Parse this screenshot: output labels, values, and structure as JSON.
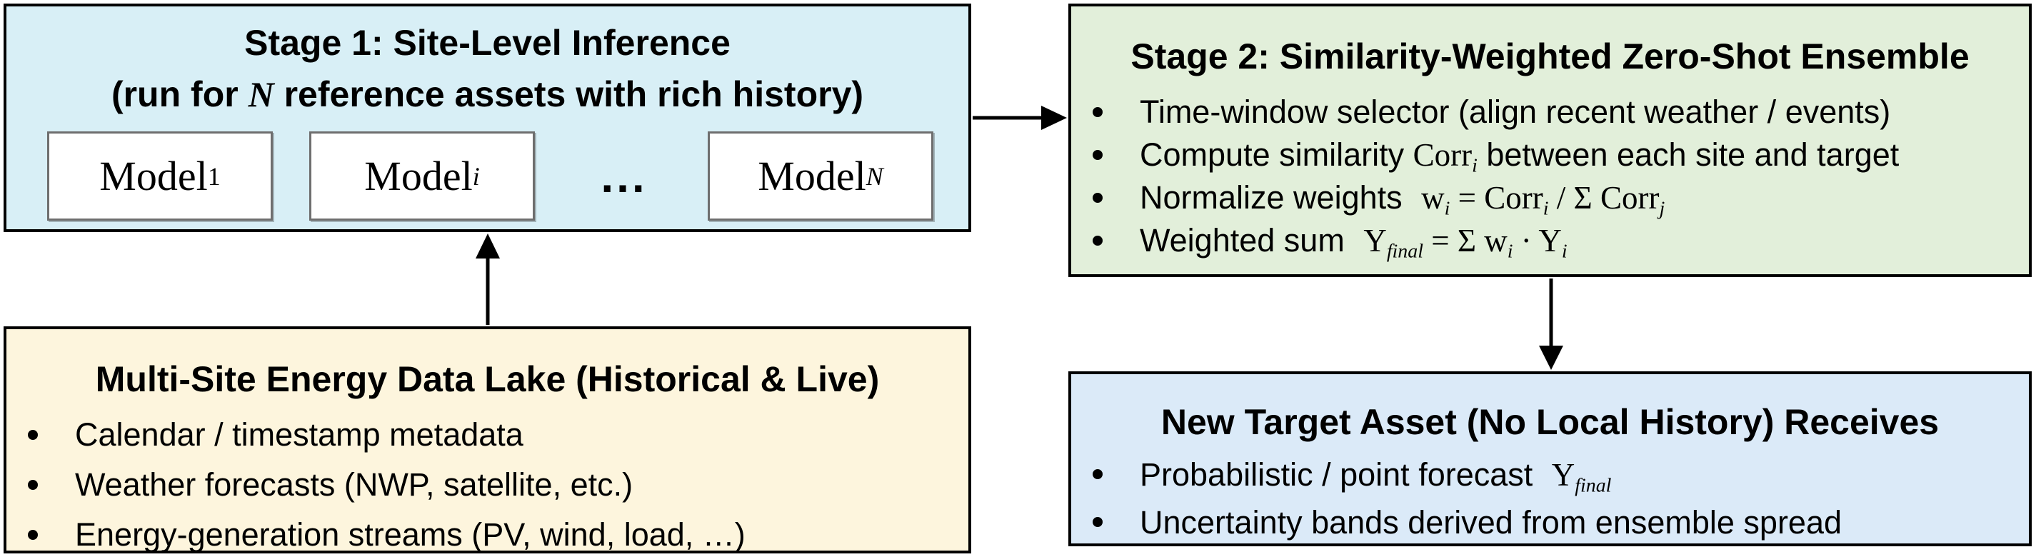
{
  "colors": {
    "stage1_bg": "#d8eff6",
    "stage2_bg": "#e2efda",
    "datalake_bg": "#fdf5dd",
    "target_bg": "#dbeaf8",
    "box_border": "#000000",
    "model_border": "#6e6e6e"
  },
  "stage1": {
    "title_line1": "Stage 1: Site-Level Inference",
    "title_line2": {
      "prefix": "(run for ",
      "var": "N",
      "suffix": " reference assets with rich history)"
    },
    "models": [
      {
        "base": "Model",
        "sub": "1"
      },
      {
        "base": "Model",
        "sub": "i"
      },
      {
        "base": "Model",
        "sub": "N"
      }
    ],
    "ellipsis": "..."
  },
  "stage2": {
    "title": "Stage 2: Similarity-Weighted Zero-Shot Ensemble",
    "bullets": [
      {
        "segments": [
          {
            "t": "Time-window selector (align recent weather / events)"
          }
        ]
      },
      {
        "segments": [
          {
            "t": "Compute similarity "
          },
          {
            "t": "Corr"
          },
          {
            "t": "i"
          },
          {
            "t": " between each site and target"
          }
        ]
      },
      {
        "segments": [
          {
            "t": "Normalize weights "
          },
          {
            "t": "w"
          },
          {
            "t": "i"
          },
          {
            "t": " = Corr"
          },
          {
            "t": "i"
          },
          {
            "t": " / Σ Corr"
          },
          {
            "t": "j"
          }
        ]
      },
      {
        "segments": [
          {
            "t": "Weighted sum "
          },
          {
            "t": "Y"
          },
          {
            "t": "final"
          },
          {
            "t": " = Σ w"
          },
          {
            "t": "i"
          },
          {
            "t": " · Y"
          },
          {
            "t": "i"
          }
        ]
      }
    ]
  },
  "datalake": {
    "title": "Multi-Site Energy Data Lake (Historical & Live)",
    "bullets": [
      {
        "segments": [
          {
            "t": "Calendar / timestamp metadata"
          }
        ]
      },
      {
        "segments": [
          {
            "t": "Weather forecasts (NWP, satellite, etc.)"
          }
        ]
      },
      {
        "segments": [
          {
            "t": "Energy-generation streams (PV, wind, load, …)"
          }
        ]
      }
    ]
  },
  "target": {
    "title": "New Target Asset (No Local History) Receives",
    "bullets": [
      {
        "segments": [
          {
            "t": "Probabilistic / point forecast "
          },
          {
            "t": "Y"
          },
          {
            "t": "final"
          }
        ]
      },
      {
        "segments": [
          {
            "t": "Uncertainty bands derived from ensemble spread"
          }
        ]
      }
    ]
  }
}
